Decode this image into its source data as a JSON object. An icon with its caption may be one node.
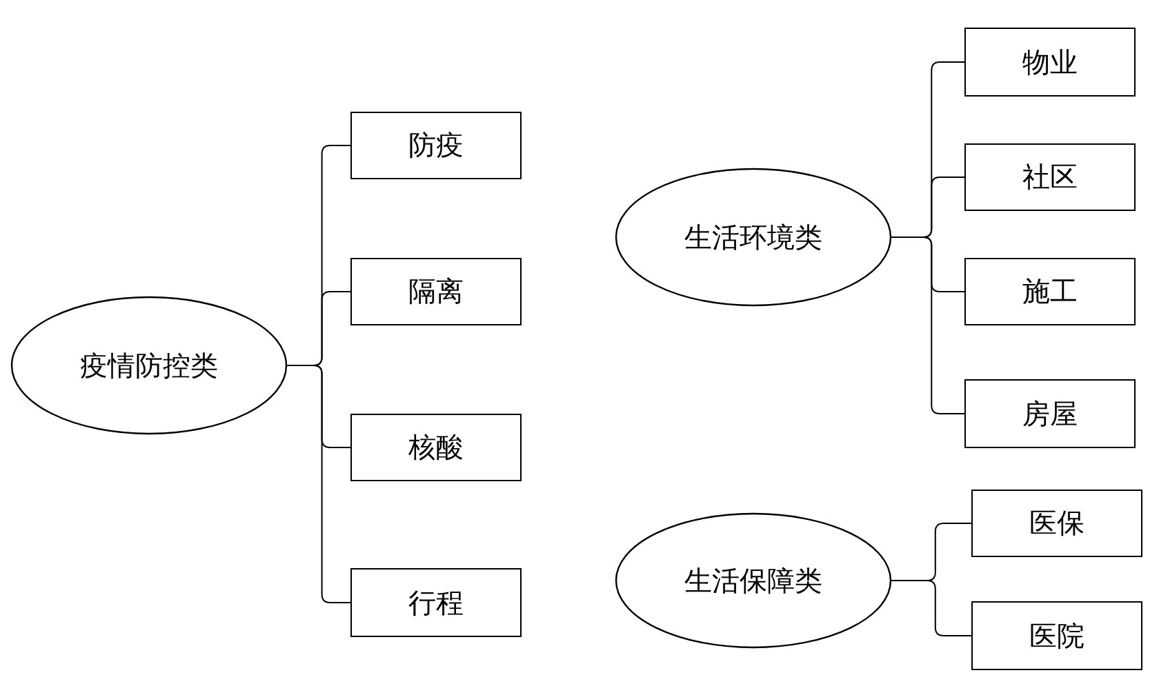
{
  "diagram": {
    "nodes": [
      {
        "text": [
          "疫情防控类"
        ]
      },
      {
        "text": [
          "防疫"
        ]
      },
      {
        "text": [
          "隔离"
        ]
      },
      {
        "text": [
          "核酸"
        ]
      },
      {
        "text": [
          "行程"
        ]
      },
      {
        "text": [
          "生活环境类"
        ]
      },
      {
        "text": [
          "物业"
        ]
      },
      {
        "text": [
          "社区"
        ]
      },
      {
        "text": [
          "施工"
        ]
      },
      {
        "text": [
          "房屋"
        ]
      },
      {
        "text": [
          "生活保障类"
        ]
      },
      {
        "text": [
          "医保"
        ]
      },
      {
        "text": [
          "医院"
        ]
      }
    ],
    "edges": [
      {
        "from": 0,
        "to": 1,
        "arrow": "none"
      },
      {
        "from": 0,
        "to": 2,
        "arrow": "none"
      },
      {
        "from": 0,
        "to": 3,
        "arrow": "none"
      },
      {
        "from": 0,
        "to": 4,
        "arrow": "none"
      },
      {
        "from": 5,
        "to": 6,
        "arrow": "none"
      },
      {
        "from": 5,
        "to": 7,
        "arrow": "none"
      },
      {
        "from": 5,
        "to": 8,
        "arrow": "none"
      },
      {
        "from": 5,
        "to": 9,
        "arrow": "none"
      },
      {
        "from": 10,
        "to": 11,
        "arrow": "none"
      },
      {
        "from": 10,
        "to": 12,
        "arrow": "none"
      }
    ]
  }
}
